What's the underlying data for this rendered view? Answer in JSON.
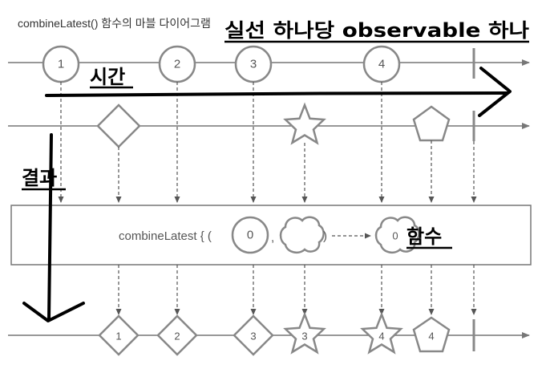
{
  "title": "combineLatest() 함수의 마블 다이어그램",
  "annotations": {
    "lines": "실선 하나당 observable 하나",
    "time": "시간",
    "result": "결과",
    "function": "함수"
  },
  "operator": {
    "label": "combineLatest { (",
    "comma": ",",
    "close": ")",
    "arg_number": "0",
    "result_number": "0"
  },
  "stream1": {
    "items": [
      "1",
      "2",
      "3",
      "4"
    ]
  },
  "stream2": {
    "shapes": [
      "diamond",
      "star",
      "pentagon"
    ]
  },
  "output": {
    "items": [
      {
        "shape": "diamond",
        "label": "1"
      },
      {
        "shape": "diamond",
        "label": "2"
      },
      {
        "shape": "diamond",
        "label": "3"
      },
      {
        "shape": "star",
        "label": "3"
      },
      {
        "shape": "star",
        "label": "4"
      },
      {
        "shape": "pentagon",
        "label": "4"
      }
    ]
  },
  "colors": {
    "stroke": "#888888",
    "line": "#777777",
    "marker": "#000000",
    "text": "#555555"
  }
}
